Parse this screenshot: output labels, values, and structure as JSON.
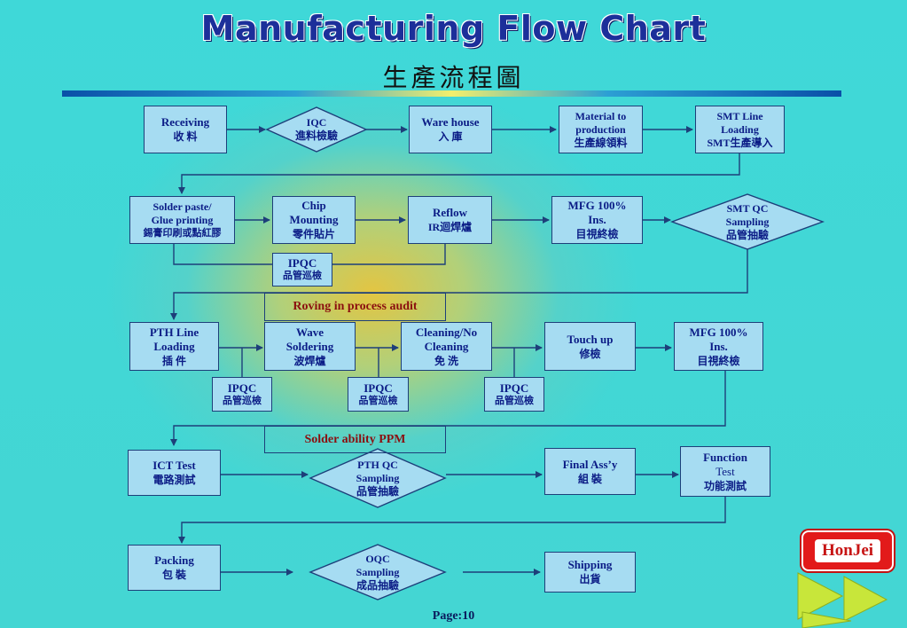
{
  "header": {
    "title": "Manufacturing Flow Chart",
    "subtitle": "生產流程圖"
  },
  "rows": {
    "r1": {
      "receiving": {
        "en": "Receiving",
        "zh": "收 料"
      },
      "iqc": {
        "en": "IQC",
        "zh": "進料檢驗"
      },
      "warehouse": {
        "en": "Ware house",
        "zh": "入 庫"
      },
      "material": {
        "en1": "Material to",
        "en2": "production",
        "zh": "生產線領料"
      },
      "smt_loading": {
        "en1": "SMT Line",
        "en2": "Loading",
        "zh": "SMT生產導入"
      }
    },
    "r2": {
      "solder_paste": {
        "en1": "Solder paste/",
        "en2": "Glue printing",
        "zh": "錫膏印刷或點紅膠"
      },
      "chip": {
        "en1": "Chip",
        "en2": "Mounting",
        "zh": "零件貼片"
      },
      "reflow": {
        "en": "Reflow",
        "zh": "IR迴焊爐"
      },
      "mfg1": {
        "en1": "MFG 100%",
        "en2": "Ins.",
        "zh": "目視終檢"
      },
      "smt_qc": {
        "en1": "SMT QC",
        "en2": "Sampling",
        "zh": "品管抽驗"
      },
      "ipqc": {
        "en": "IPQC",
        "zh": "品管巡檢"
      }
    },
    "r3": {
      "banner": "Roving in process audit",
      "pth_loading": {
        "en1": "PTH Line",
        "en2": "Loading",
        "zh": "插 件"
      },
      "wave": {
        "en1": "Wave",
        "en2": "Soldering",
        "zh": "波焊爐"
      },
      "cleaning": {
        "en1": "Cleaning/No",
        "en2": "Cleaning",
        "zh": "免 洗"
      },
      "touchup": {
        "en": "Touch up",
        "zh": "修檢"
      },
      "mfg2": {
        "en1": "MFG 100%",
        "en2": "Ins.",
        "zh": "目視終檢"
      },
      "ipqc1": {
        "en": "IPQC",
        "zh": "品管巡檢"
      },
      "ipqc2": {
        "en": "IPQC",
        "zh": "品管巡檢"
      },
      "ipqc3": {
        "en": "IPQC",
        "zh": "品管巡檢"
      }
    },
    "r4": {
      "banner": "Solder ability PPM",
      "ict": {
        "en": "ICT Test",
        "zh": "電路測試"
      },
      "pth_qc": {
        "en1": "PTH QC",
        "en2": "Sampling",
        "zh": "品管抽驗"
      },
      "final": {
        "en": "Final Ass’y",
        "zh": "組 裝"
      },
      "function": {
        "en1": "Function",
        "en2": "Test",
        "zh": "功能測試"
      }
    },
    "r5": {
      "packing": {
        "en": "Packing",
        "zh": "包 裝"
      },
      "oqc": {
        "en1": "OQC",
        "en2": "Sampling",
        "zh": "成品抽驗"
      },
      "shipping": {
        "en": "Shipping",
        "zh": "出貨"
      }
    }
  },
  "logo": "HonJei",
  "footer": {
    "page": "Page:10"
  },
  "colors": {
    "box_fill": "#a6dcf2",
    "box_text": "#0b1c86",
    "banner_text": "#8b0f0f",
    "line": "#1d3f7a"
  }
}
